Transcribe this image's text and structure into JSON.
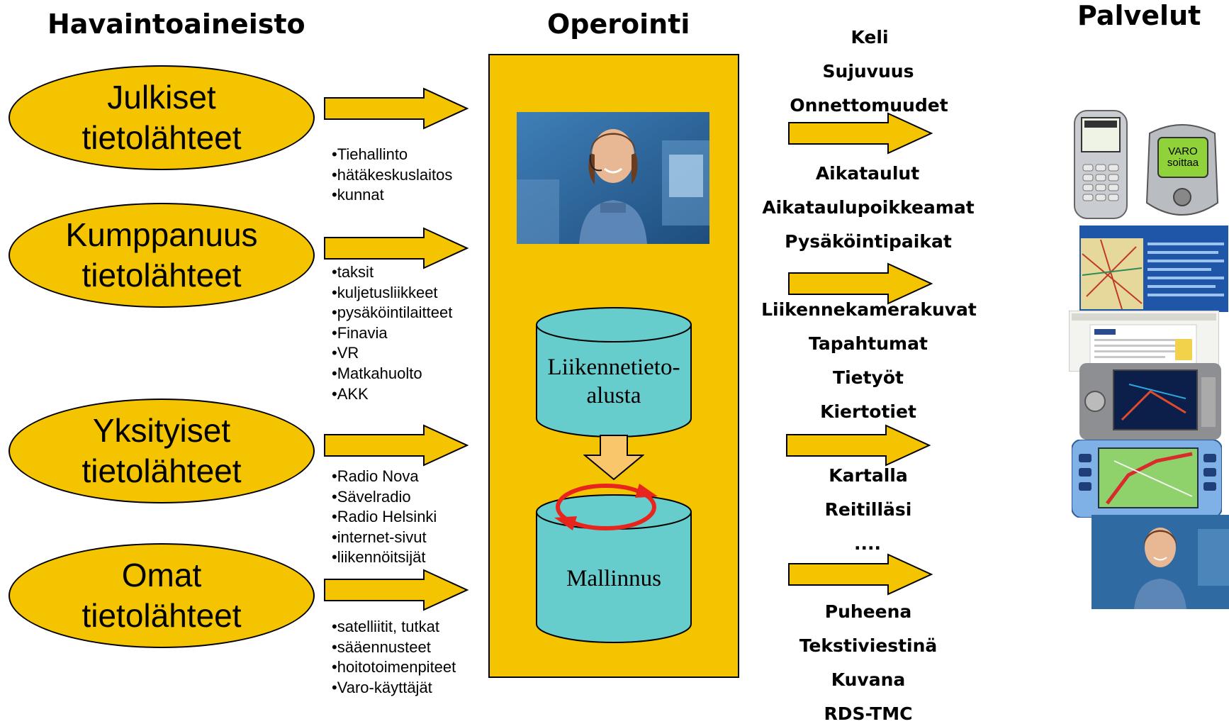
{
  "headings": {
    "left": "Havaintoaineisto",
    "middle": "Operointi",
    "right": "Palvelut"
  },
  "sources": [
    {
      "line1": "Julkiset",
      "line2": "tietolähteet",
      "items": [
        "•Tiehallinto",
        "•hätäkeskuslaitos",
        "•kunnat"
      ]
    },
    {
      "line1": "Kumppanuus",
      "line2": "tietolähteet",
      "items": [
        "•taksit",
        "•kuljetusliikkeet",
        "•pysäköintilaitteet",
        "•Finavia",
        "•VR",
        "•Matkahuolto",
        "•AKK"
      ]
    },
    {
      "line1": "Yksityiset",
      "line2": "tietolähteet",
      "items": [
        "•Radio Nova",
        "•Sävelradio",
        "•Radio Helsinki",
        "•internet-sivut",
        "•liikennöitsijät"
      ]
    },
    {
      "line1": "Omat",
      "line2": "tietolähteet",
      "items": [
        "•satelliitit, tutkat",
        "•sääennusteet",
        "•hoitotoimenpiteet",
        "•Varo-käyttäjät"
      ]
    }
  ],
  "operation": {
    "platform_line1": "Liikennetieto-",
    "platform_line2": "alusta",
    "modeling": "Mallinnus"
  },
  "services": {
    "group1": [
      "Keli",
      "Sujuvuus",
      "Onnettomuudet"
    ],
    "group2": [
      "Aikataulut",
      "Aikataulupoikkeamat",
      "Pysäköintipaikat"
    ],
    "group3": [
      "Liikennekamerakuvat",
      "Tapahtumat",
      "Tietyöt",
      "Kiertotiet"
    ],
    "group4": [
      "Kartalla",
      "Reitilläsi",
      "...."
    ],
    "group5": [
      "Puheena",
      "Tekstiviestinä",
      "Kuvana",
      "RDS-TMC"
    ]
  },
  "phone": {
    "screen_text": "VARO soittaa"
  },
  "colors": {
    "accent_yellow": "#f5c400",
    "cylinder_cyan": "#66cccc",
    "cycle_red": "#e8251c",
    "down_arrow": "#f9c66b"
  }
}
